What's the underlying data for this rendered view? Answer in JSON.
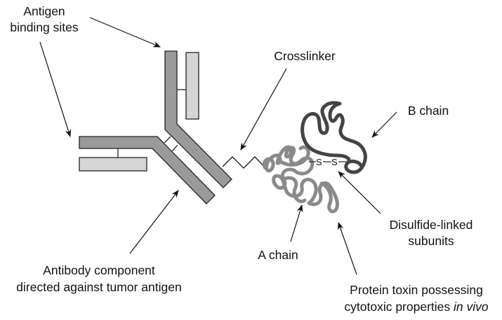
{
  "diagram": {
    "title": "Immunotoxin structure",
    "labels": {
      "antigen_binding_line1": "Antigen",
      "antigen_binding_line2": "binding sites",
      "crosslinker": "Crosslinker",
      "b_chain": "B chain",
      "disulfide_line1": "Disulfide-linked",
      "disulfide_line2": "subunits",
      "a_chain": "A chain",
      "antibody_line1": "Antibody component",
      "antibody_line2": "directed against tumor antigen",
      "toxin_line1": "Protein toxin possessing",
      "toxin_line2_regular": "cytotoxic properties ",
      "toxin_line2_italic": "in vivo",
      "ss_bond_s1": "S",
      "ss_bond_s2": "S"
    },
    "colors": {
      "heavy_chain": "#9a9a9a",
      "light_chain": "#d6d6d6",
      "outline": "#222222",
      "a_chain": "#8a8a8a",
      "b_chain": "#444444",
      "arrow": "#111111"
    }
  }
}
